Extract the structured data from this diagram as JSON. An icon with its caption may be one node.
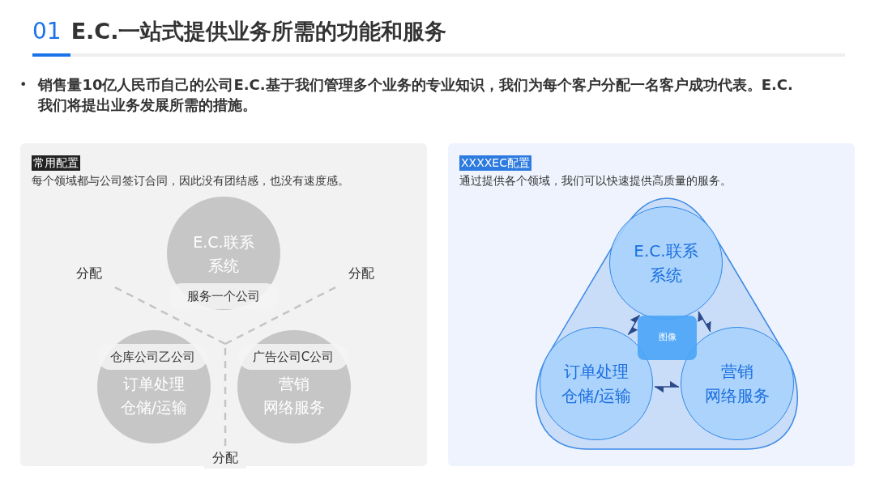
{
  "diagram": {
    "title": "E.C.一站式提供业务所需的功能和服务",
    "nodes": [
      {
        "text": [
          "常用配置",
          "每个领域都与公司签订合同，因此没有团结感，也没有速度感。"
        ]
      },
      {
        "text": [
          "E.C.联系系统"
        ],
        "in": 0
      },
      {
        "text": [
          "服务一个公司"
        ],
        "in": 1
      },
      {
        "text": [
          "订单处理",
          "仓储/运输"
        ],
        "in": 0
      },
      {
        "text": [
          "仓库公司乙公司"
        ],
        "in": 3
      },
      {
        "text": [
          "营销",
          "网络服务"
        ],
        "in": 0
      },
      {
        "text": [
          "广告公司C公司"
        ],
        "in": 5
      },
      {
        "text": [
          "分配"
        ],
        "in": 0
      },
      {
        "text": [
          "分配"
        ],
        "in": 0
      },
      {
        "text": [
          "分配"
        ],
        "in": 0
      },
      {
        "text": [
          "XXXXEC配置",
          "通过提供各个领域，我们可以快速提供高质量的服务。"
        ]
      },
      {
        "text": [],
        "shape": "triangle",
        "in": 10
      },
      {
        "text": [
          "E.C.联系系统"
        ],
        "in": 11
      },
      {
        "text": [
          "订单处理",
          "仓储/运输"
        ],
        "in": 11
      },
      {
        "text": [
          "营销",
          "网络服务"
        ],
        "in": 11
      },
      {
        "text": [
          "图像"
        ],
        "in": 11
      }
    ],
    "edges": [
      {
        "from": 9,
        "to": 7,
        "arrow": "none",
        "style": "dashed",
        "color": "#c4c4c4"
      },
      {
        "from": 9,
        "to": 8,
        "arrow": "none",
        "style": "dashed",
        "color": "#c4c4c4"
      },
      {
        "from": 13,
        "to": 12,
        "arrow": "both"
      },
      {
        "from": 14,
        "to": 12,
        "arrow": "both"
      },
      {
        "from": 13,
        "to": 14,
        "arrow": "both"
      }
    ],
    "labels": [
      "01",
      "•",
      "销售量10亿人民币自己的公司E.C.基于我们管理多个业务的专业知识，我们为每个客户分配一名客户成功代表。E.C.我们将提出业务发展所需的措施。"
    ]
  }
}
